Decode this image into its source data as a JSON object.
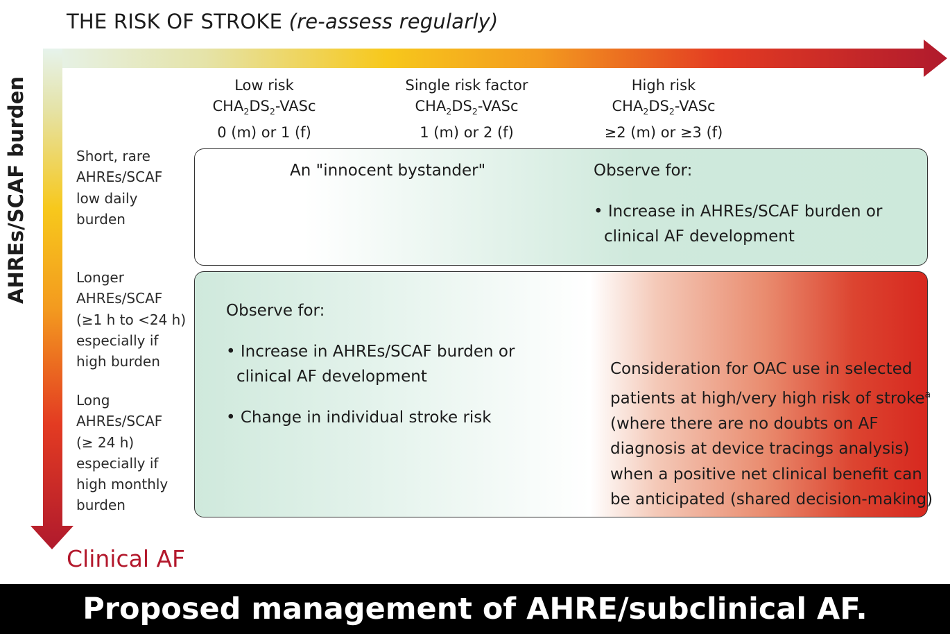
{
  "header": {
    "title": "THE RISK OF STROKE",
    "title_note": "(re-assess regularly)"
  },
  "axis": {
    "vertical_label": "AHREs/SCAF burden",
    "bottom_label": "Clinical AF"
  },
  "columns": [
    {
      "level": "Low risk",
      "score_prefix": "CHA",
      "score_mid": "DS",
      "score_suffix": "-VASc",
      "sub1": "2",
      "sub2": "2",
      "value": "0 (m) or 1 (f)"
    },
    {
      "level": "Single risk factor",
      "score_prefix": "CHA",
      "score_mid": "DS",
      "score_suffix": "-VASc",
      "sub1": "2",
      "sub2": "2",
      "value": "1 (m) or 2 (f)"
    },
    {
      "level": "High risk",
      "score_prefix": "CHA",
      "score_mid": "DS",
      "score_suffix": "-VASc",
      "sub1": "2",
      "sub2": "2",
      "value": "≥2 (m) or ≥3 (f)"
    }
  ],
  "rows": [
    {
      "lines": [
        "Short, rare",
        "AHREs/SCAF",
        "low daily",
        "burden"
      ]
    },
    {
      "lines": [
        "Longer",
        "AHREs/SCAF",
        "(≥1 h to <24 h)",
        "especially if",
        "high burden"
      ]
    },
    {
      "lines": [
        "Long",
        "AHREs/SCAF",
        "(≥ 24 h)",
        "especially if",
        "high monthly",
        "burden"
      ]
    }
  ],
  "top_box": {
    "bystander": "An \"innocent bystander\"",
    "observe_title": "Observe for:",
    "bullet_line1": "• Increase in AHREs/SCAF burden or",
    "bullet_line2": "clinical AF development"
  },
  "bottom_box": {
    "observe_title": "Observe for:",
    "bullet1_line1": "• Increase in AHREs/SCAF burden or",
    "bullet1_line2": "clinical AF development",
    "bullet2": "• Change in individual stroke risk",
    "oac_lines": [
      "Consideration for OAC use in selected",
      "patients at high/very high risk of stroke",
      "(where there are no doubts on AF",
      "diagnosis at device tracings analysis)",
      "when a positive net clinical benefit can",
      "be anticipated (shared decision-making)"
    ],
    "oac_superscript": "a"
  },
  "footer": {
    "caption": "Proposed management of AHRE/subclinical AF."
  },
  "colors": {
    "arrow_start": "#e8f4ee",
    "arrow_mid": "#f6c21a",
    "arrow_end": "#b11a2c",
    "clinical_af": "#b3182c",
    "footer_bg": "#000000"
  }
}
